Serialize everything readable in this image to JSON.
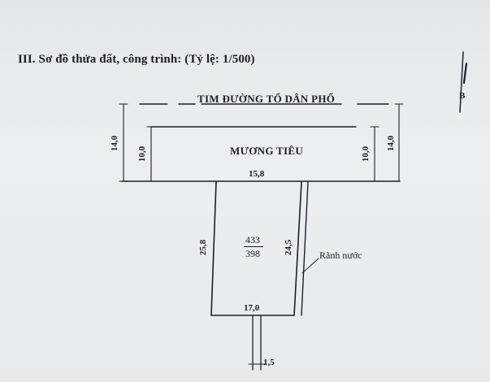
{
  "heading": "III. Sơ đồ thửa đất, công trình: (Tỷ lệ: 1/500)",
  "road_label": "TIM ĐƯỜNG TỔ DÂN PHỐ",
  "channel_label": "MƯƠNG TIÊU",
  "north_label": "B",
  "dimensions": {
    "left_outer": "14,0",
    "left_inner": "10,0",
    "right_inner": "10,0",
    "right_outer": "14,0",
    "top_width": "15,8",
    "left_side": "25,8",
    "right_side": "24,5",
    "bottom_width": "17,0",
    "path_width": "1,5"
  },
  "parcel": {
    "area_top": "433",
    "area_bottom": "398"
  },
  "drain_label": "Rãnh nước",
  "colors": {
    "ink": "#1d1f2a",
    "paper": "#e9eaec"
  }
}
